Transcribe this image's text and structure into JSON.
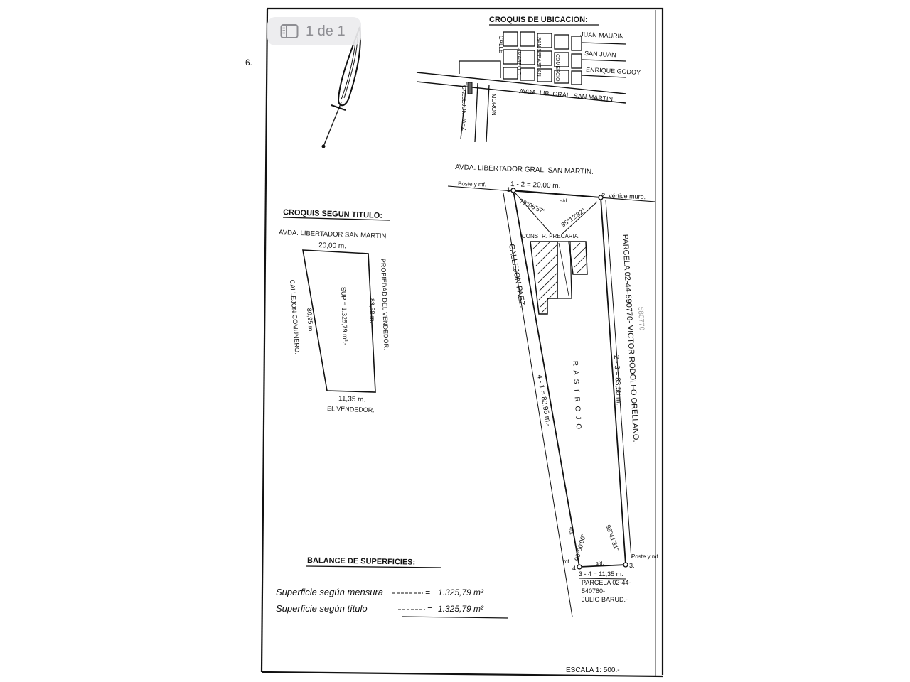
{
  "viewer": {
    "page_indicator": "1 de 1"
  },
  "plan": {
    "stray_mark": "6.",
    "location_sketch": {
      "title": "CROQUIS DE UBICACION:",
      "streets": {
        "juan_maurin": "JUAN MAURIN",
        "san_juan": "SAN JUAN",
        "enrique_godoy": "ENRIQUE GODOY",
        "avda": "AVDA. LIB. GRAL. SAN MARTIN",
        "calle": "CALLE",
        "amarelo": "AMARELLO",
        "san_sebastian": "SAN SEBASTIAN",
        "comercio": "COMERCIO",
        "callejon_paez": "CALLEJON PAEZ",
        "moron": "MORON"
      }
    },
    "title_sketch": {
      "title": "CROQUIS SEGUN TITULO:",
      "top_street": "AVDA. LIBERTADOR SAN MARTIN",
      "top_dim": "20,00 m.",
      "right_label": "PROPIEDAD DEL VENDEDOR.",
      "right_dim": "83,58 m.",
      "left_label": "CALLEJON COMUNERO.",
      "left_dim": "80,95 m.",
      "area": "SUP = 1.325,79 m².-",
      "bottom_dim": "11,35 m.",
      "bottom_label": "EL VENDEDOR."
    },
    "main": {
      "street": "AVDA. LIBERTADOR GRAL. SAN MARTIN.",
      "dim_12": "1 - 2 = 20,00 m.",
      "pt1": "1.",
      "poste": "Poste y mf.-",
      "pt2": "2. vértice muro.",
      "angle1": "79°05'57\"",
      "angle2": "95°12'32\"",
      "sd_top": "s/d.",
      "constr": "CONSTR. PRECARIA.",
      "callejon": "CALLEJON PAEZ.",
      "parcela_right": "PARCELA 02-44-590770- VICTOR RODOLFO ORELLANO.-",
      "handwritten": "580770",
      "rastrojo": "RASTROJO",
      "dim_23": "2 - 3 = 83,58 m.",
      "dim_41": "4 - 1 = 80,95 m.-",
      "angle3": "95°41'31\"",
      "angle4": "90°00'00\"",
      "sd_left": "s/d.",
      "sd_bottom": "s/d.",
      "mf": "mf.",
      "pt4": "4.",
      "pt3": "3.",
      "poste3": "Poste y mf.",
      "dim_34": "3 - 4 = 11,35 m.",
      "parcela_bottom": [
        "PARCELA 02-44-",
        "540780-",
        "JULIO BARUD.-"
      ]
    },
    "balance": {
      "title": "BALANCE DE SUPERFICIES:",
      "mensura_label": "Superficie según mensura",
      "mensura_value": "1.325,79 m²",
      "titulo_label": "Superficie según título",
      "titulo_value": "1.325,79 m²"
    },
    "scale": "ESCALA 1: 500.-"
  }
}
